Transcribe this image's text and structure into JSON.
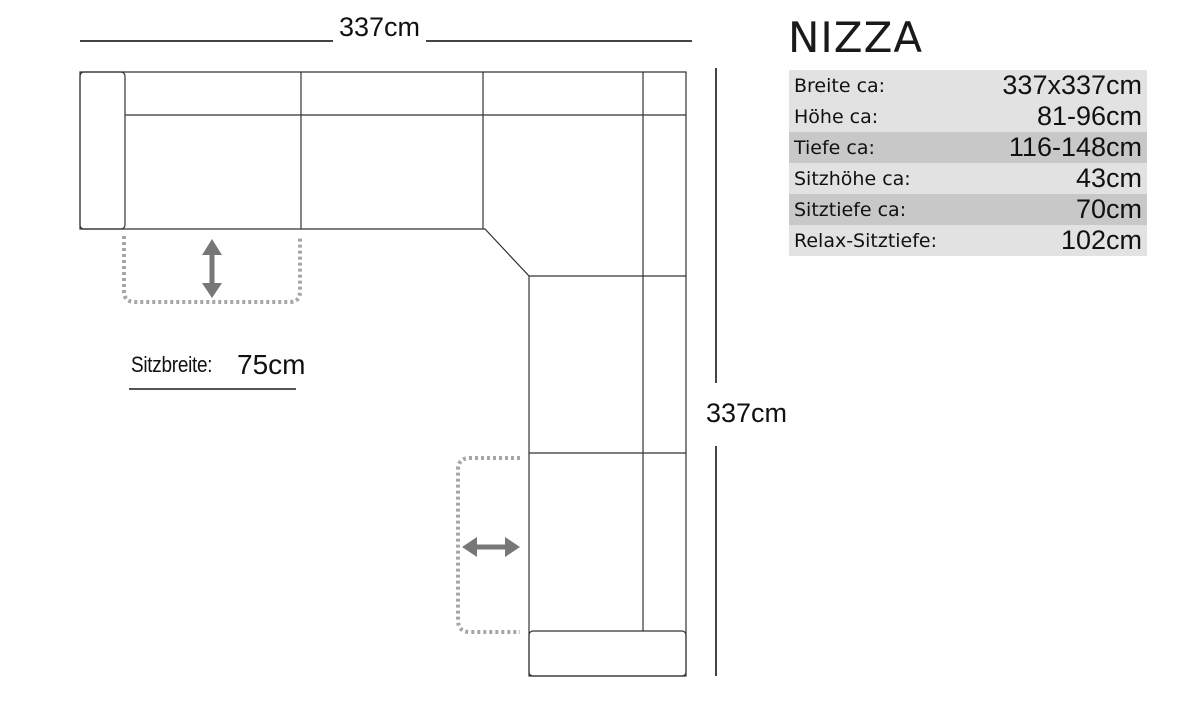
{
  "model": {
    "name": "NIZZA"
  },
  "dimensions": {
    "width_label": "337cm",
    "depth_label": "337cm"
  },
  "seat_width": {
    "label": "Sitzbreite:",
    "value": "75cm"
  },
  "specs": [
    {
      "label": "Breite ca:",
      "value": "337x337cm"
    },
    {
      "label": "Höhe ca:",
      "value": "81-96cm"
    },
    {
      "label": "Tiefe ca:",
      "value": "116-148cm"
    },
    {
      "label": "Sitzhöhe ca:",
      "value": "43cm"
    },
    {
      "label": "Sitztiefe ca:",
      "value": "70cm"
    },
    {
      "label": "Relax-Sitztiefe:",
      "value": "102cm"
    }
  ],
  "colors": {
    "line": "#333333",
    "dotted": "#a6a6a6",
    "arrow": "#777777",
    "row_light": "#e2e2e2",
    "row_dark": "#c8c8c8"
  },
  "icons": [
    "vertical-double-arrow-icon",
    "horizontal-double-arrow-icon"
  ]
}
